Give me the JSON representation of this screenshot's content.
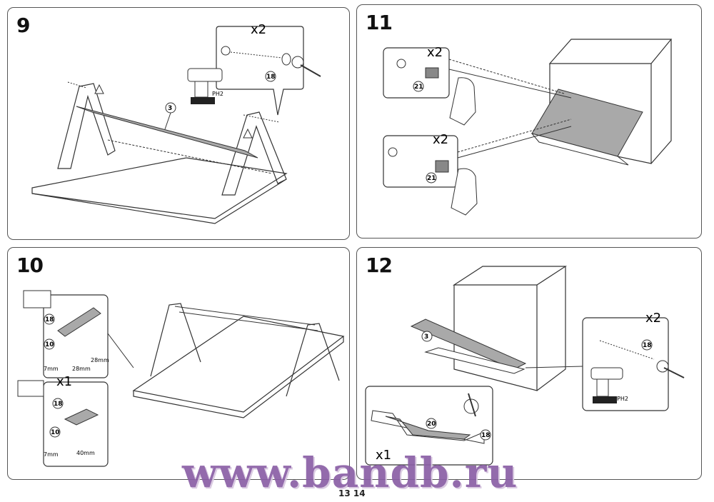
{
  "steps": [
    {
      "number": "9",
      "multiplier": "x2",
      "tool_bit": "PH2",
      "callouts": [
        "3",
        "18"
      ]
    },
    {
      "number": "11",
      "multipliers": [
        "x2",
        "x2"
      ],
      "callouts": [
        "21",
        "21"
      ]
    },
    {
      "number": "10",
      "multiplier": "x1",
      "callouts": [
        "18",
        "10",
        "18",
        "10"
      ],
      "dimensions": [
        "7mm",
        "28mm",
        "28mm",
        "7mm",
        "40mm"
      ]
    },
    {
      "number": "12",
      "multipliers": [
        "x2",
        "x1"
      ],
      "tool_bit": "PH2",
      "callouts": [
        "3",
        "18",
        "20",
        "18"
      ]
    }
  ],
  "watermark": "www.bandb.ru",
  "page_numbers": "13  14",
  "colors": {
    "line": "#333333",
    "panel_fill": "#a9a9a9",
    "watermark": "#8a5fa6"
  }
}
